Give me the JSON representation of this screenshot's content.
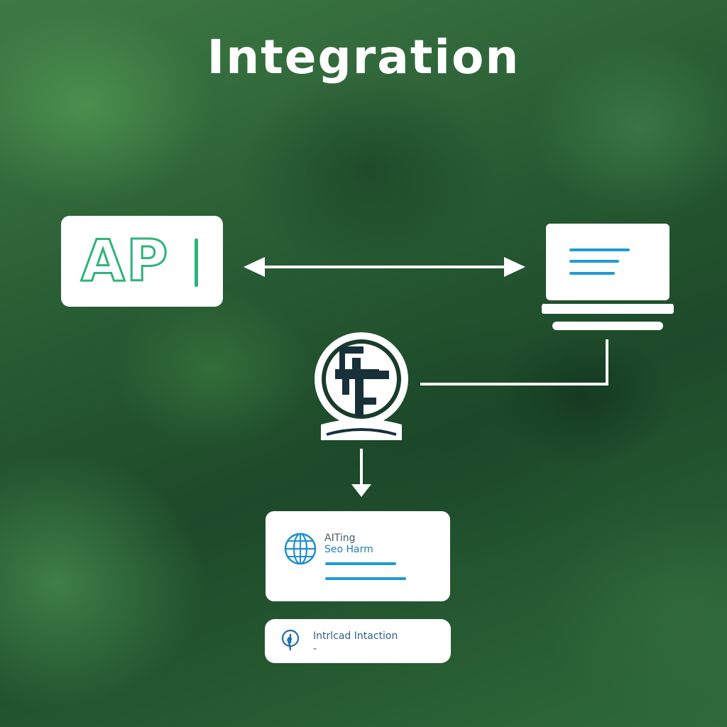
{
  "title": "Integration",
  "api_card": {
    "label": "AP"
  },
  "result_card": {
    "line1": "AITing",
    "line2": "Seo Harm"
  },
  "info_card": {
    "text": "Intrlcad Intaction",
    "dash": "-"
  },
  "colors": {
    "accent_green": "#2fb37a",
    "accent_blue": "#1e9ad8",
    "text_dark": "#17303a"
  },
  "icons": [
    "api-logo",
    "laptop-icon",
    "gear-machine-icon",
    "globe-icon",
    "location-pin-icon"
  ]
}
